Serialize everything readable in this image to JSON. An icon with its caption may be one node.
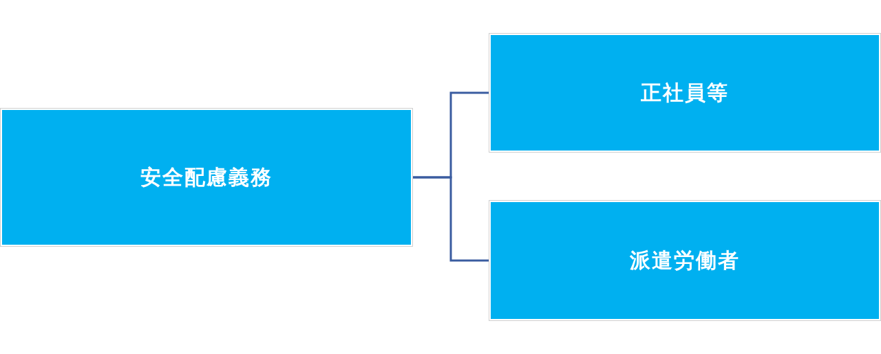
{
  "diagram": {
    "nodes": [
      {
        "text": [
          "安全配慮義務"
        ]
      },
      {
        "text": [
          "正社員等"
        ]
      },
      {
        "text": [
          "派遣労働者"
        ]
      }
    ],
    "edges": [
      {
        "from": 0,
        "to": 1,
        "arrow": "none"
      },
      {
        "from": 0,
        "to": 2,
        "arrow": "none"
      }
    ]
  }
}
